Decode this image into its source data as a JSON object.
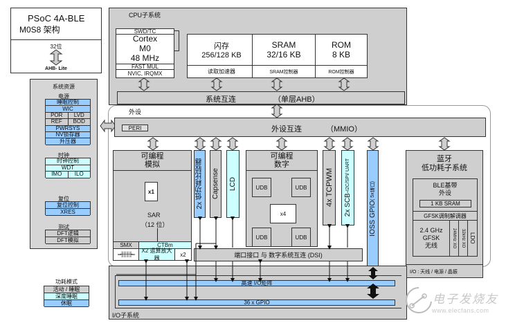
{
  "chip": {
    "title_line1": "PSoC 4A-BLE",
    "title_line2": "M0S8 架构",
    "bus_width": "32位",
    "bus_name": "AHB- Lite"
  },
  "cpu_subsystem": {
    "title": "CPU子系统",
    "cortex": {
      "top_label": "SWD/TC",
      "line1": "Cortex",
      "line2": "M0",
      "line3": "48 MHz",
      "row1": "FAST MUL",
      "row2": "NVIC, IRQMX"
    },
    "flash": {
      "name": "闪存",
      "size": "256/128 KB",
      "controller": "读取加速器"
    },
    "sram": {
      "name": "SRAM",
      "size": "32/16 KB",
      "controller": "SRAM控制器"
    },
    "rom": {
      "name": "ROM",
      "size": "8 KB",
      "controller": "ROM控制器"
    },
    "interconnect_left": "系统互连",
    "interconnect_right": "（单层AHB）"
  },
  "system_resources": {
    "title": "系统资源",
    "power": {
      "title": "电源",
      "rows": [
        {
          "cells": [
            "睡眠控制"
          ],
          "color": "blue"
        },
        {
          "cells": [
            "WIC"
          ],
          "color": "blue"
        },
        {
          "cells": [
            "POR",
            "LVD"
          ],
          "color": "gray"
        },
        {
          "cells": [
            "REF",
            "BOD"
          ],
          "color": "gray"
        },
        {
          "cells": [
            "PWRSYS"
          ],
          "color": "blue"
        },
        {
          "cells": [
            "NV锁存器"
          ],
          "color": "blue"
        },
        {
          "cells": [
            "升压器"
          ],
          "color": "blue"
        }
      ]
    },
    "clock": {
      "title": "时钟",
      "rows": [
        {
          "cells": [
            "时钟控制"
          ],
          "color": "cyan"
        },
        {
          "cells": [
            "WDT"
          ],
          "color": "cyan"
        },
        {
          "cells": [
            "IMO",
            "ILO"
          ],
          "color": "cyan"
        }
      ]
    },
    "reset": {
      "title": "复位",
      "rows": [
        {
          "cells": [
            "复位控制"
          ],
          "color": "blue"
        },
        {
          "cells": [
            "XRES"
          ],
          "color": "blue"
        }
      ]
    },
    "test": {
      "title": "测试",
      "rows": [
        {
          "cells": [
            "DFT逻辑"
          ],
          "color": "gray"
        },
        {
          "cells": [
            "DFT模拟"
          ],
          "color": "gray"
        }
      ]
    }
  },
  "power_modes": {
    "title": "功耗模式",
    "rows": [
      {
        "label": "活动 / 睡眠",
        "color": "gray"
      },
      {
        "label": "深度睡眠",
        "color": "cyan"
      },
      {
        "label": "休眠",
        "color": "blue"
      }
    ]
  },
  "peripherals": {
    "title": "外设",
    "peri_label": "PERI",
    "interconnect_left": "外设互连",
    "interconnect_right": "（MMIO）",
    "prog_analog": {
      "title_line1": "可编程",
      "title_line2": "模拟",
      "x1": "x1",
      "sar_line1": "SAR",
      "sar_line2": "（12 位）",
      "smx": "SMX",
      "ctbm": "CTBm",
      "opamp": "X2 运算放大器",
      "x2": "x2"
    },
    "comparator": "2x 低功耗比较器",
    "capsense": "Capsense",
    "lcd": "LCD",
    "prog_digital": {
      "title_line1": "可编程",
      "title_line2": "数字",
      "udb": "UDB",
      "x4": "x4"
    },
    "tcpwm": "4x TCPWM",
    "scb_main": "2x SCB-",
    "scb_sub": "I2C/SPI/ UART",
    "ioss_main": "IOSS GPIO",
    "ioss_sub": "( 5x端口)",
    "dsi": "端口接口  与  数字系统互连 (DSI)"
  },
  "ble": {
    "title_line1": "蓝牙",
    "title_line2": "低功耗子系统",
    "baseband_line1": "BLE基带",
    "baseband_line2": "外设",
    "sram": "1 KB SRAM",
    "modem": "GFSK调制解调器",
    "radio_line1": "2.4 GHz",
    "radio_line2": "GFSK",
    "radio_line3": "无线",
    "xo24": "24MHz XO",
    "xo32": "32kHz XO",
    "ldo": "LDO",
    "io_label": "I/O : 天线 / 电源 / 晶振"
  },
  "io_subsystem": {
    "title": "I/O子系统",
    "hsio_matrix": "高速 I/O矩阵",
    "gpio": "36  x GPIO"
  },
  "watermark": {
    "name": "电子发烧友",
    "url": "www.elecfans.com"
  },
  "colors": {
    "gray": "#cfcfcf",
    "blue": "#99ccff",
    "cyan": "#ccffff",
    "border": "#333333"
  }
}
